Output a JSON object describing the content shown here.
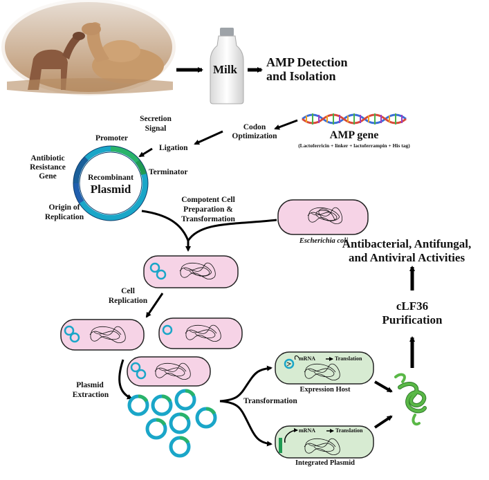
{
  "labels": {
    "milk": "Milk",
    "amp_detect_1": "AMP Detection",
    "amp_detect_2": "and Isolation",
    "codon_1": "Codon",
    "codon_2": "Optimization",
    "amp_gene": "AMP gene",
    "amp_gene_sub": "(Lactoferricin + linker + lactoferrampin + His tag)",
    "secretion_1": "Secretion",
    "secretion_2": "Signal",
    "promoter": "Promoter",
    "ligation": "Ligation",
    "antibiotic_1": "Antibiotic",
    "antibiotic_2": "Resistance",
    "antibiotic_3": "Gene",
    "terminator": "Terminator",
    "recombinant": "Recombinant",
    "plasmid": "Plasmid",
    "origin_1": "Origin of",
    "origin_2": "Replication",
    "competent_1": "Compotent Cell",
    "competent_2": "Preparation &",
    "competent_3": "Transformation",
    "ecoli": "Escherichia coli",
    "cell_rep_1": "Cell",
    "cell_rep_2": "Replication",
    "plasmid_ext_1": "Plasmid",
    "plasmid_ext_2": "Extraction",
    "transformation": "Transformation",
    "mrna": "mRNA",
    "translation": "Translation",
    "expression_host": "Expression Host",
    "integrated_plasmid": "Integrated Plasmid",
    "purif_1": "cLF36",
    "purif_2": "Purification",
    "activity_1": "Antibacterial, Antifungal,",
    "activity_2": "and Antiviral Activities"
  },
  "colors": {
    "cell_pink": "#f6d3e6",
    "cell_green": "#d7ebd2",
    "plasmid_blue": "#1aa6c8",
    "plasmid_dark": "#1b5f9a",
    "plasmid_green": "#1f9a52",
    "helix_green": "#5ab847",
    "arrow": "#000000"
  },
  "icons": {
    "camels": "camel-photo-icon",
    "milk_bottle": "milk-bottle-icon",
    "dna": "dna-helix-icon",
    "protein": "alpha-helix-protein-icon"
  }
}
